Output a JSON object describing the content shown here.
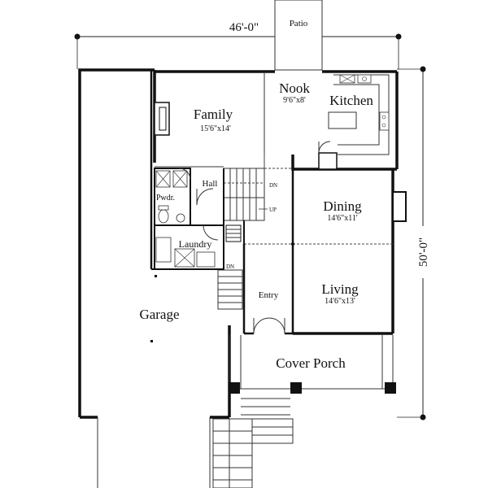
{
  "dimensions": {
    "width": "46'-0\"",
    "depth": "50'-0\""
  },
  "rooms": {
    "patio": {
      "name": "Patio"
    },
    "nook": {
      "name": "Nook",
      "size": "9'6\"x8'"
    },
    "kitchen": {
      "name": "Kitchen"
    },
    "family": {
      "name": "Family",
      "size": "15'6\"x14'"
    },
    "hall": {
      "name": "Hall"
    },
    "powder": {
      "name": "Pwdr."
    },
    "laundry": {
      "name": "Laundry"
    },
    "dining": {
      "name": "Dining",
      "size": "14'6\"x11'"
    },
    "living": {
      "name": "Living",
      "size": "14'6\"x13'"
    },
    "entry": {
      "name": "Entry"
    },
    "garage": {
      "name": "Garage"
    },
    "porch": {
      "name": "Cover Porch"
    }
  },
  "stairs": {
    "dn_upper": "DN",
    "up": "UP",
    "dn_lower": "DN"
  }
}
